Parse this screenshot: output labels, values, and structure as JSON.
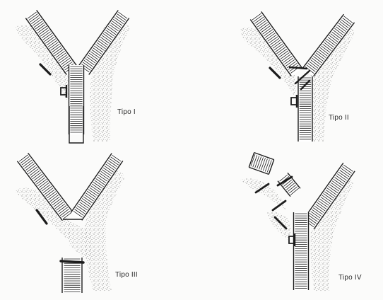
{
  "panels": [
    {
      "label": "Tipo I"
    },
    {
      "label": "Tipo II"
    },
    {
      "label": "Tipo III"
    },
    {
      "label": "Tipo IV"
    }
  ],
  "colors": {
    "ink": "#1c1c1c",
    "stipple": "#8a8a8a",
    "paper": "#fbfbfa"
  },
  "icons": [
    "hatched-duct",
    "stippled-tissue",
    "surgical-clip"
  ]
}
